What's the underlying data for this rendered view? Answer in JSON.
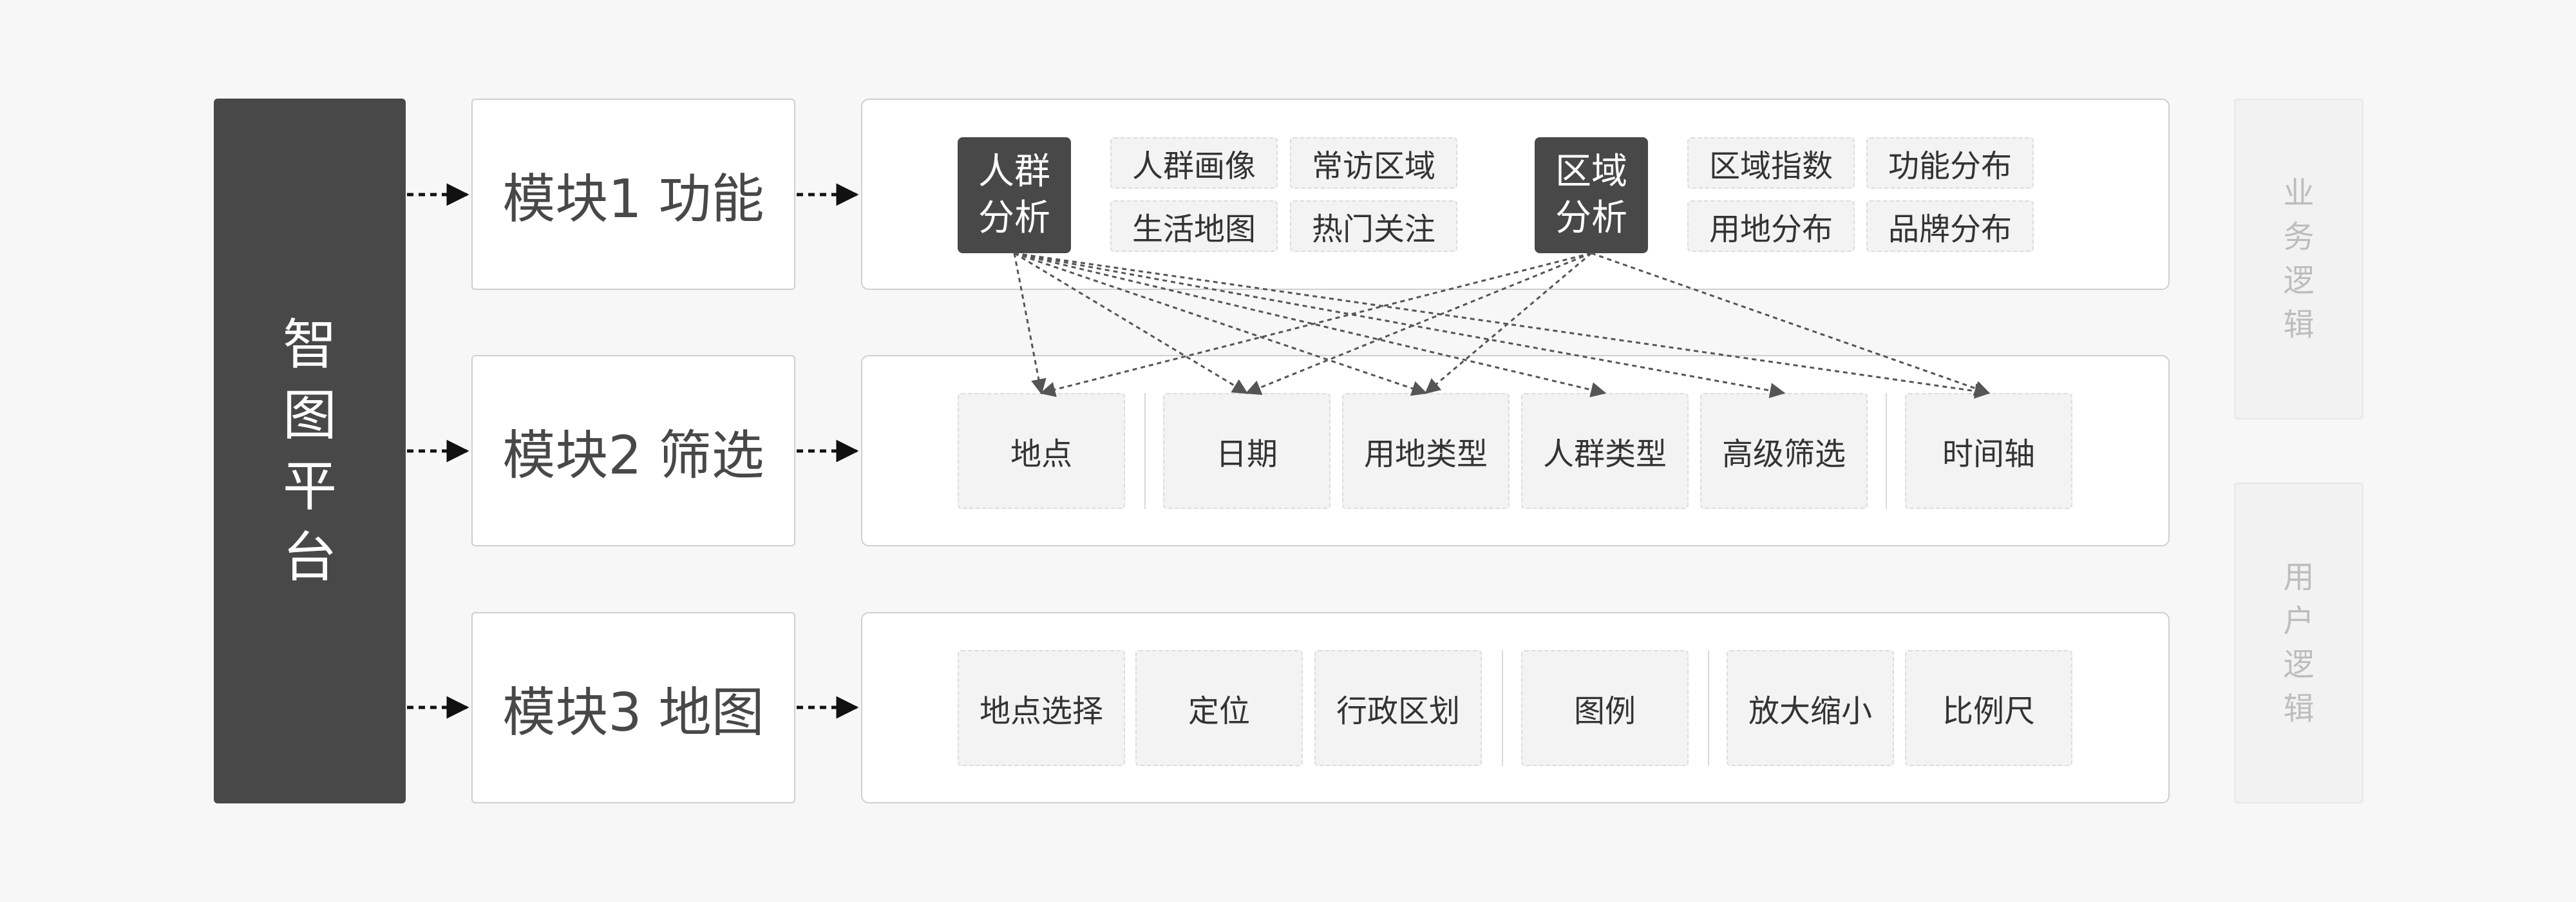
{
  "platform": {
    "title": "智图平台"
  },
  "modules": [
    {
      "title": "模块1 功能",
      "groups": [
        {
          "title": "人群分析",
          "lines": [
            "人群",
            "分析"
          ],
          "items": [
            "人群画像",
            "常访区域",
            "生活地图",
            "热门关注"
          ]
        },
        {
          "title": "区域分析",
          "lines": [
            "区域",
            "分析"
          ],
          "items": [
            "区域指数",
            "功能分布",
            "用地分布",
            "品牌分布"
          ]
        }
      ]
    },
    {
      "title": "模块2 筛选",
      "items": [
        "地点",
        "日期",
        "用地类型",
        "人群类型",
        "高级筛选",
        "时间轴"
      ]
    },
    {
      "title": "模块3 地图",
      "items": [
        "地点选择",
        "定位",
        "行政区划",
        "图例",
        "放大缩小",
        "比例尺"
      ]
    }
  ],
  "side_labels": [
    {
      "text": "业务逻辑",
      "chars": [
        "业",
        "务",
        "逻",
        "辑"
      ]
    },
    {
      "text": "用户逻辑",
      "chars": [
        "用",
        "户",
        "逻",
        "辑"
      ]
    }
  ],
  "colors": {
    "dark": "#484848",
    "chip_bg": "#f3f3f3",
    "border": "#cfcfcf",
    "side_text": "#bdbdbd",
    "background": "#f7f7f7"
  }
}
